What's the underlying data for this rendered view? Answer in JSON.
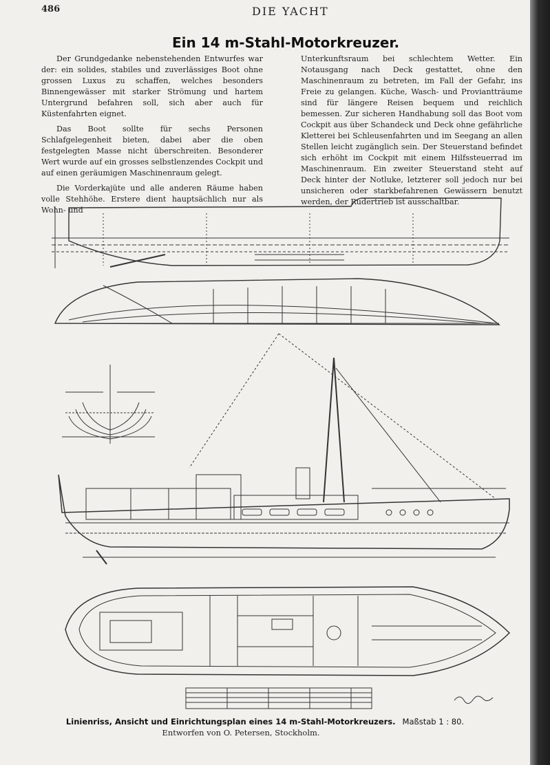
{
  "header": {
    "page_number": "486",
    "running_title": "DIE YACHT"
  },
  "article": {
    "title": "Ein 14 m-Stahl-Motorkreuzer.",
    "left_paragraphs": [
      "Der Grundgedanke nebenstehenden Entwurfes war der: ein solides, stabiles und zuverlässiges Boot ohne grossen Luxus zu schaffen, welches besonders Binnengewässer mit starker Strömung und hartem Untergrund befahren soll, sich aber auch für Küstenfahrten eignet.",
      "Das Boot sollte für sechs Personen Schlafgelegenheit bieten, dabei aber die oben festgelegten Masse nicht überschreiten. Besonderer Wert wurde auf ein grosses selbstlenzendes Cockpit und auf einen geräumigen Maschinenraum gelegt.",
      "Die Vorderkajüte und alle anderen Räume haben volle Stehhöhe. Erstere dient hauptsächlich nur als Wohn- und"
    ],
    "right_paragraphs": [
      "Unterkunftsraum bei schlechtem Wetter. Ein Notausgang nach Deck gestattet, ohne den Maschinenraum zu betreten, im Fall der Gefahr, ins Freie zu gelangen. Küche, Wasch- und Proviantträume sind für längere Reisen bequem und reichlich bemessen. Zur sicheren Handhabung soll das Boot vom Cockpit aus über Schandeck und Deck ohne gefährliche Kletterei bei Schleusenfahrten und im Seegang an allen Stellen leicht zugänglich sein. Der Steuerstand befindet sich erhöht im Cockpit mit einem Hilfssteuerrad im Maschinenraum. Ein zweiter Steuerstand steht auf Deck hinter der Notluke, letzterer soll jedoch nur bei unsicheren oder starkbefahrenen Gewässern benutzt werden, der Rudertrieb ist ausschaltbar."
    ]
  },
  "figure": {
    "caption_main": "Linienriss, Ansicht und Einrichtungsplan eines 14 m-Stahl-Motorkreuzers.",
    "caption_scale": "Maßstab 1 : 80.",
    "caption_credit": "Entworfen von O. Petersen, Stockholm."
  }
}
